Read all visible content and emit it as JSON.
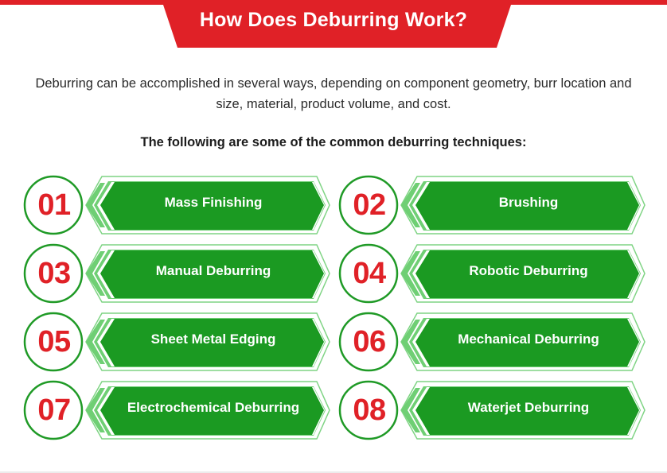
{
  "header": {
    "title": "How Does Deburring Work?"
  },
  "intro": {
    "text": "Deburring can be accomplished in several ways, depending on component geometry, burr location and size, material, product volume, and cost."
  },
  "subheading": "The following are some of the common deburring techniques:",
  "techniques": [
    {
      "number": "01",
      "label": "Mass Finishing"
    },
    {
      "number": "02",
      "label": "Brushing"
    },
    {
      "number": "03",
      "label": "Manual Deburring"
    },
    {
      "number": "04",
      "label": "Robotic Deburring"
    },
    {
      "number": "05",
      "label": "Sheet Metal Edging"
    },
    {
      "number": "06",
      "label": "Mechanical Deburring"
    },
    {
      "number": "07",
      "label": "Electrochemical Deburring"
    },
    {
      "number": "08",
      "label": "Waterjet Deburring"
    }
  ],
  "colors": {
    "accent_red": "#e02127",
    "dark_green": "#1b9a22",
    "light_green": "#6fcf74",
    "circle_outline": "#1f9a26"
  }
}
